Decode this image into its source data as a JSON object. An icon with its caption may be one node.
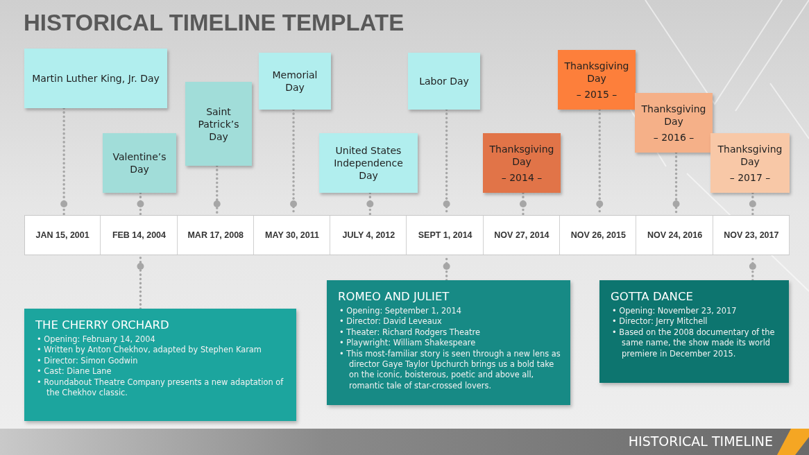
{
  "diagram": {
    "title": "HISTORICAL TIMELINE TEMPLATE",
    "nodes": [
      {
        "text": [
          "Martin Luther King, Jr. Day"
        ]
      },
      {
        "text": [
          "Valentine’s Day"
        ]
      },
      {
        "text": [
          "Saint Patrick’s Day"
        ]
      },
      {
        "text": [
          "Memorial Day"
        ]
      },
      {
        "text": [
          "United States Independence Day"
        ]
      },
      {
        "text": [
          "Labor Day"
        ]
      },
      {
        "text": [
          "Thanksgiving Day",
          "– 2014 –"
        ]
      },
      {
        "text": [
          "Thanksgiving Day",
          "– 2015 –"
        ]
      },
      {
        "text": [
          "Thanksgiving Day",
          "– 2016 –"
        ]
      },
      {
        "text": [
          "Thanksgiving Day",
          "– 2017 –"
        ]
      },
      {
        "text": [
          "JAN 15, 2001"
        ]
      },
      {
        "text": [
          "FEB 14, 2004"
        ]
      },
      {
        "text": [
          "MAR 17, 2008"
        ]
      },
      {
        "text": [
          "MAY 30, 2011"
        ]
      },
      {
        "text": [
          "JULY 4, 2012"
        ]
      },
      {
        "text": [
          "SEPT 1, 2014"
        ]
      },
      {
        "text": [
          "NOV 27, 2014"
        ]
      },
      {
        "text": [
          "NOV 26, 2015"
        ]
      },
      {
        "text": [
          "NOV 24, 2016"
        ]
      },
      {
        "text": [
          "NOV 23, 2017"
        ]
      },
      {
        "text": [
          "THE CHERRY ORCHARD",
          "• Opening: February 14, 2004",
          "• Written by Anton Chekhov, adapted by Stephen Karam",
          "• Director: Simon Godwin",
          "• Cast: Diane Lane",
          "• Roundabout Theatre Company presents a new adaptation of the Chekhov classic."
        ]
      },
      {
        "text": [
          "ROMEO AND JULIET",
          "• Opening: September 1, 2014",
          "• Director: David Leveaux",
          "• Theater: Richard Rodgers Theatre",
          "• Playwright: William Shakespeare",
          "• This most-familiar story is seen through a new lens as director Gaye Taylor Upchurch brings us a bold take on the iconic, boisterous, poetic and above all, romantic tale of star-crossed lovers."
        ]
      },
      {
        "text": [
          "GOTTA DANCE",
          "• Opening: November 23, 2017",
          "• Director: Jerry Mitchell",
          "• Based on the 2008 documentary of the same name, the show made its world premiere in December 2015."
        ]
      }
    ],
    "edges": [
      {
        "from": 0,
        "to": 10,
        "arrow": "other",
        "style": "dashed"
      },
      {
        "from": 1,
        "to": 11,
        "arrow": "other",
        "style": "dashed"
      },
      {
        "from": 2,
        "to": 12,
        "arrow": "other",
        "style": "dashed"
      },
      {
        "from": 3,
        "to": 13,
        "arrow": "other",
        "style": "dashed"
      },
      {
        "from": 4,
        "to": 14,
        "arrow": "other",
        "style": "dashed"
      },
      {
        "from": 5,
        "to": 15,
        "arrow": "other",
        "style": "dashed"
      },
      {
        "from": 6,
        "to": 16,
        "arrow": "other",
        "style": "dashed"
      },
      {
        "from": 7,
        "to": 17,
        "arrow": "other",
        "style": "dashed"
      },
      {
        "from": 8,
        "to": 18,
        "arrow": "other",
        "style": "dashed"
      },
      {
        "from": 9,
        "to": 19,
        "arrow": "other",
        "style": "dashed"
      },
      {
        "from": 20,
        "to": 11,
        "arrow": "other",
        "style": "dashed"
      },
      {
        "from": 21,
        "to": 15,
        "arrow": "other",
        "style": "dashed"
      },
      {
        "from": 22,
        "to": 19,
        "arrow": "other",
        "style": "dashed"
      }
    ],
    "labels": [
      "HISTORICAL TIMELINE"
    ]
  }
}
